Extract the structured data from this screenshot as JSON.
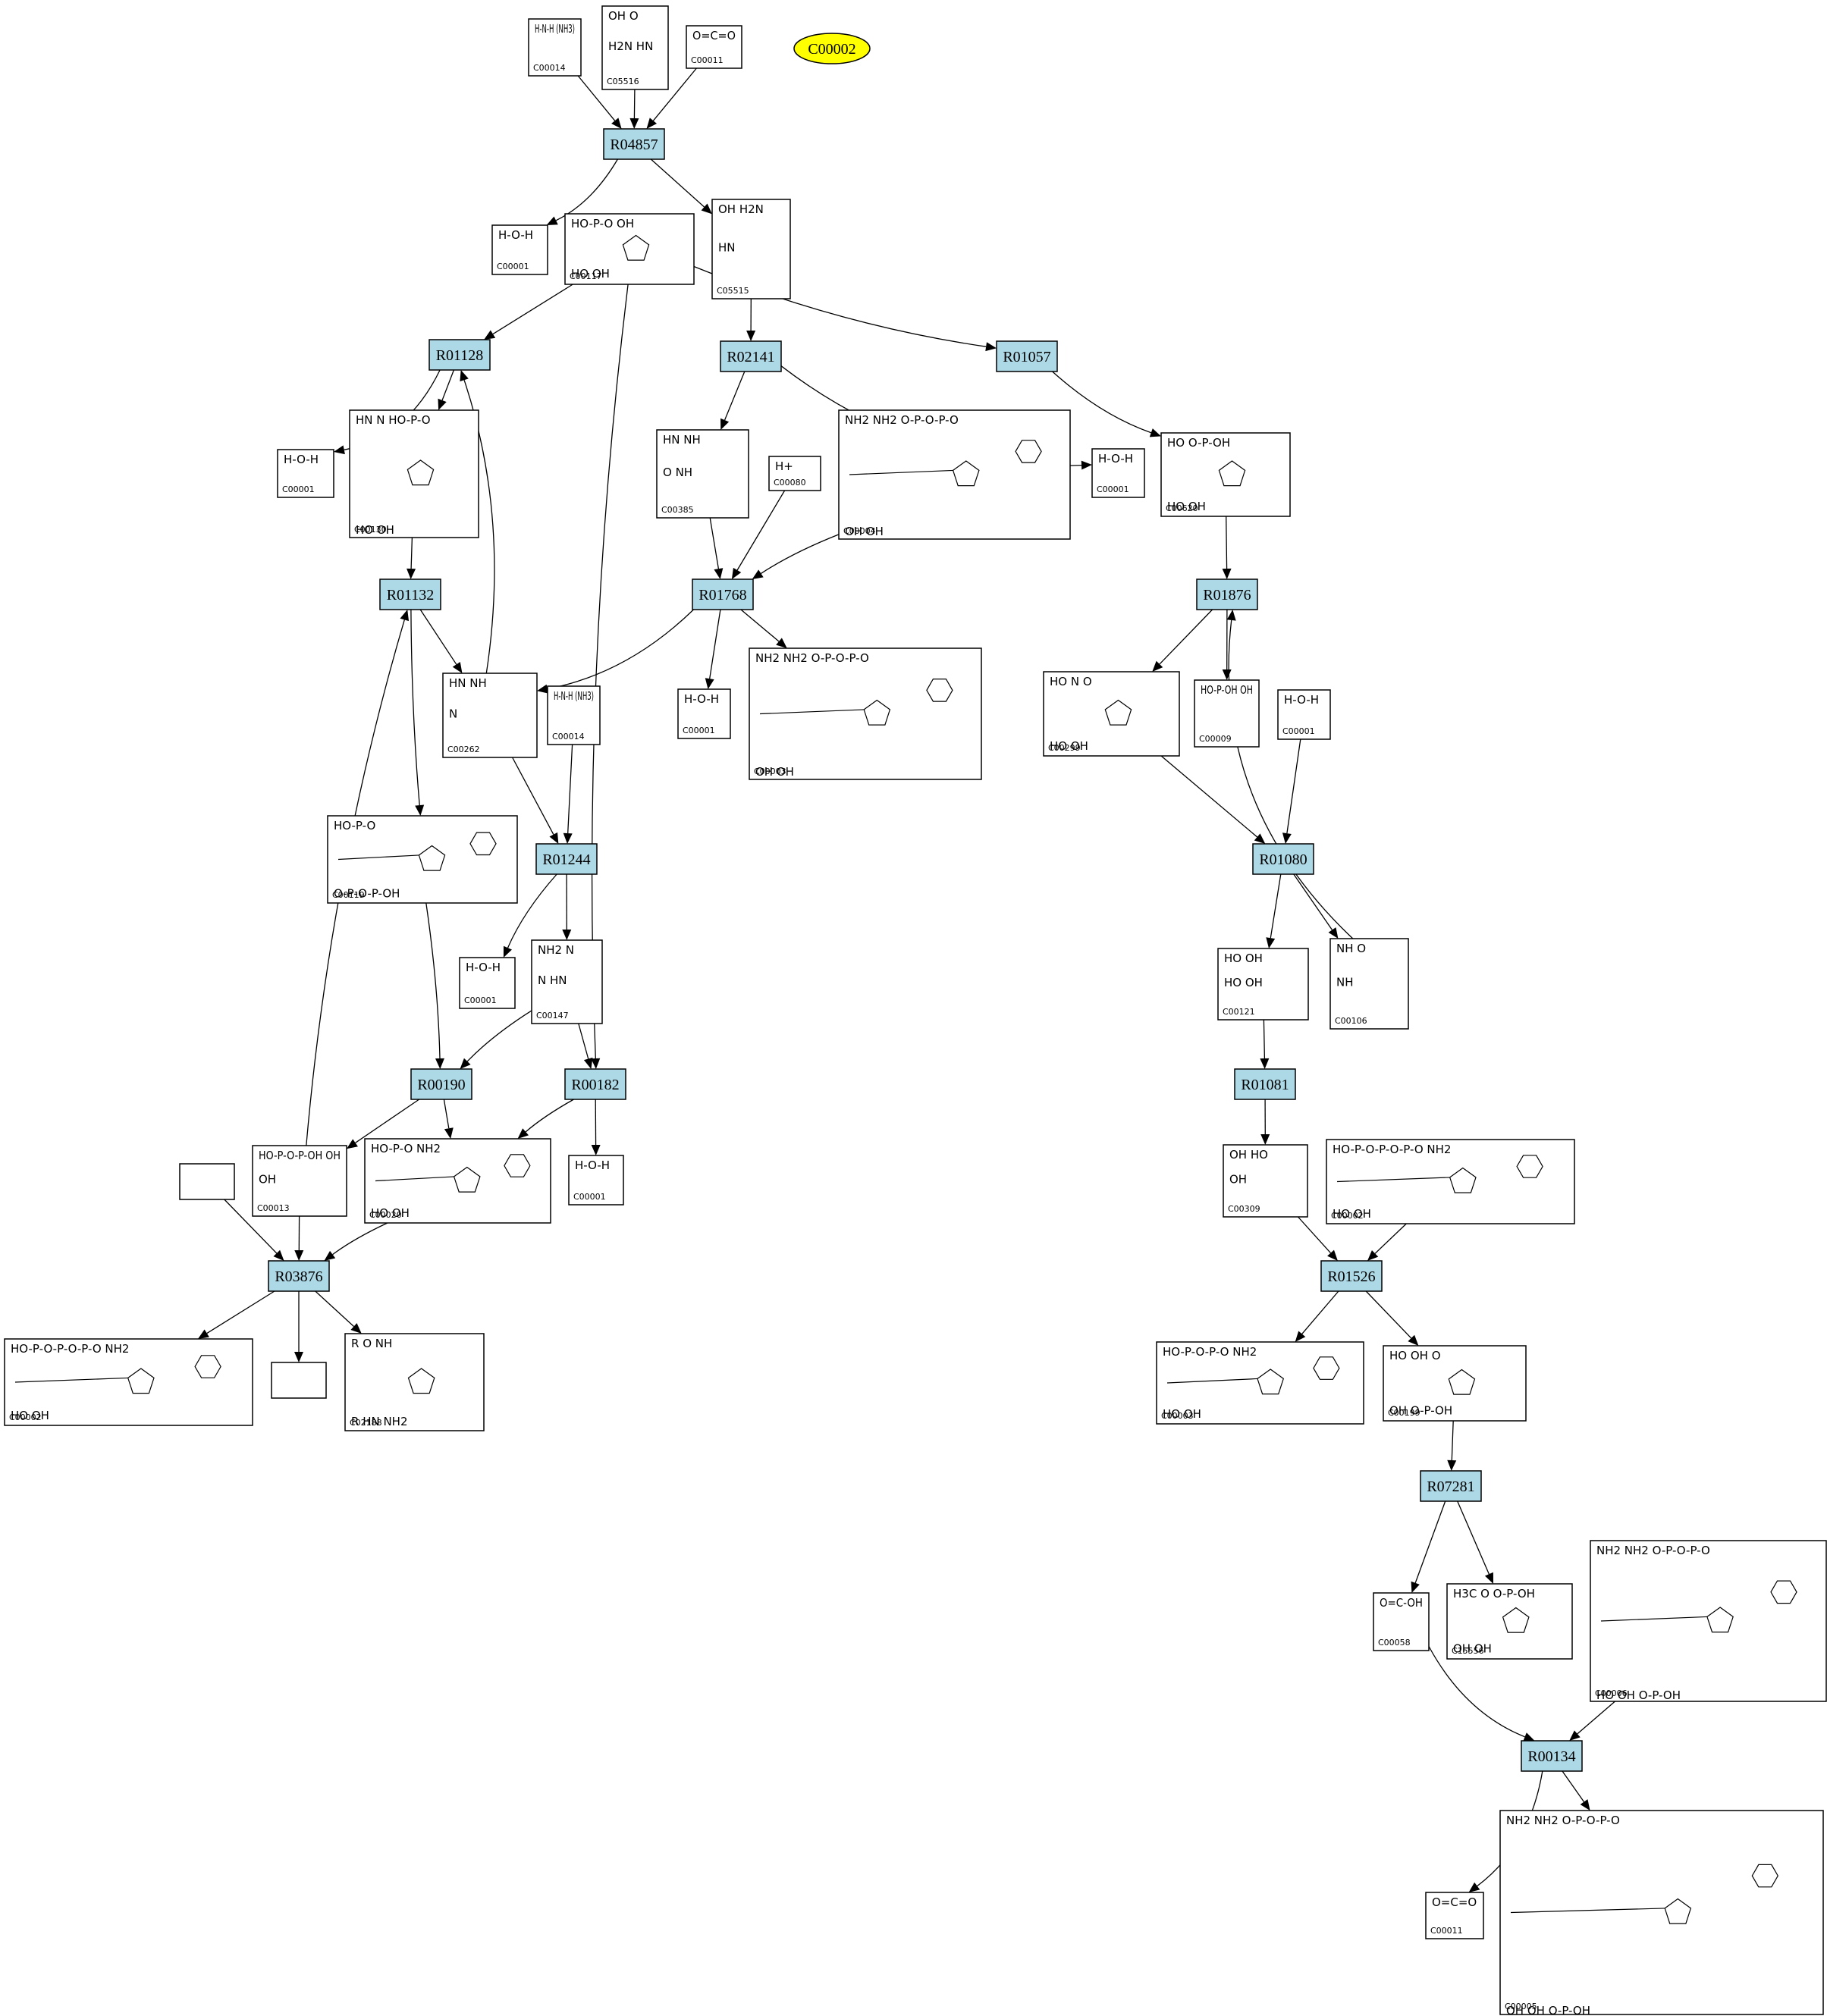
{
  "highlight": {
    "id": "C00002",
    "color": "#ffff00"
  },
  "colors": {
    "reaction_fill": "#add8e6"
  },
  "reactions": [
    {
      "id": "R04857"
    },
    {
      "id": "R01128"
    },
    {
      "id": "R02141"
    },
    {
      "id": "R01057"
    },
    {
      "id": "R01132"
    },
    {
      "id": "R01768"
    },
    {
      "id": "R01876"
    },
    {
      "id": "R01244"
    },
    {
      "id": "R01080"
    },
    {
      "id": "R00190"
    },
    {
      "id": "R00182"
    },
    {
      "id": "R01081"
    },
    {
      "id": "R03876"
    },
    {
      "id": "R01526"
    },
    {
      "id": "R07281"
    },
    {
      "id": "R00134"
    }
  ],
  "compounds": [
    {
      "key": "c00014a",
      "id": "C00014",
      "formula": "H-N-H (NH3)"
    },
    {
      "key": "c05516",
      "id": "C05516",
      "formula": "OH O H2N HN"
    },
    {
      "key": "c00011a",
      "id": "C00011",
      "formula": "O=C=O"
    },
    {
      "key": "c00001a",
      "id": "C00001",
      "formula": "H-O-H"
    },
    {
      "key": "c00117",
      "id": "C00117",
      "formula": "HO-P-O OH HO OH"
    },
    {
      "key": "c05515",
      "id": "C05515",
      "formula": "OH H2N HN"
    },
    {
      "key": "c00001b",
      "id": "C00001",
      "formula": "H-O-H"
    },
    {
      "key": "c00130",
      "id": "C00130",
      "formula": "HN N HO-P-O HO OH"
    },
    {
      "key": "c00385",
      "id": "C00385",
      "formula": "HN NH O NH"
    },
    {
      "key": "c00080",
      "id": "C00080",
      "formula": "H+"
    },
    {
      "key": "c00004",
      "id": "C00004",
      "formula": "NH2 NH2 O-P-O-P-O OH OH"
    },
    {
      "key": "c00001c",
      "id": "C00001",
      "formula": "H-O-H"
    },
    {
      "key": "c00620",
      "id": "C00620",
      "formula": "HO O-P-OH HO OH"
    },
    {
      "key": "c00262",
      "id": "C00262",
      "formula": "HN NH N"
    },
    {
      "key": "c00014b",
      "id": "C00014",
      "formula": "H-N-H (NH3)"
    },
    {
      "key": "c00001d",
      "id": "C00001",
      "formula": "H-O-H"
    },
    {
      "key": "c00003a",
      "id": "C00003",
      "formula": "NH2 NH2 O-P-O-P-O OH OH"
    },
    {
      "key": "c00299",
      "id": "C00299",
      "formula": "HO N O HO OH"
    },
    {
      "key": "c00009",
      "id": "C00009",
      "formula": "HO-P-OH OH"
    },
    {
      "key": "c00001e",
      "id": "C00001",
      "formula": "H-O-H"
    },
    {
      "key": "c00119",
      "id": "C00119",
      "formula": "HO-P-O O-P-O-P-OH"
    },
    {
      "key": "c00001f",
      "id": "C00001",
      "formula": "H-O-H"
    },
    {
      "key": "c00147",
      "id": "C00147",
      "formula": "NH2 N N HN"
    },
    {
      "key": "c00121",
      "id": "C00121",
      "formula": "HO OH HO OH"
    },
    {
      "key": "c00106",
      "id": "C00106",
      "formula": "NH O NH"
    },
    {
      "key": "c00013",
      "id": "C00013",
      "formula": "HO-P-O-P-OH OH OH"
    },
    {
      "key": "c00020",
      "id": "C00020",
      "formula": "HO-P-O NH2 HO OH"
    },
    {
      "key": "c00001g",
      "id": "C00001",
      "formula": "H-O-H"
    },
    {
      "key": "c00309",
      "id": "C00309",
      "formula": "OH HO OH"
    },
    {
      "key": "c00002a",
      "id": "C00002",
      "formula": "HO-P-O-P-O-P-O NH2 HO OH"
    },
    {
      "key": "c00002b",
      "id": "C00002",
      "formula": "HO-P-O-P-O-P-O NH2 HO OH"
    },
    {
      "key": "c02188",
      "id": "C02188",
      "formula": "R O NH R HN NH2"
    },
    {
      "key": "c00003b",
      "id": "C00003",
      "formula": "HO-P-O-P-O NH2 HO OH"
    },
    {
      "key": "c00199",
      "id": "C00199",
      "formula": "HO OH O OH O-P-OH"
    },
    {
      "key": "c00058",
      "id": "C00058",
      "formula": "O=C-OH"
    },
    {
      "key": "c15556",
      "id": "C15556",
      "formula": "H3C O O-P-OH OH OH"
    },
    {
      "key": "c00006",
      "id": "C00006",
      "formula": "NH2 NH2 O-P-O-P-O HO OH O-P-OH"
    },
    {
      "key": "c00011b",
      "id": "C00011",
      "formula": "O=C=O"
    },
    {
      "key": "c00005",
      "id": "C00005",
      "formula": "NH2 NH2 O-P-O-P-O OH OH O-P-OH"
    }
  ]
}
